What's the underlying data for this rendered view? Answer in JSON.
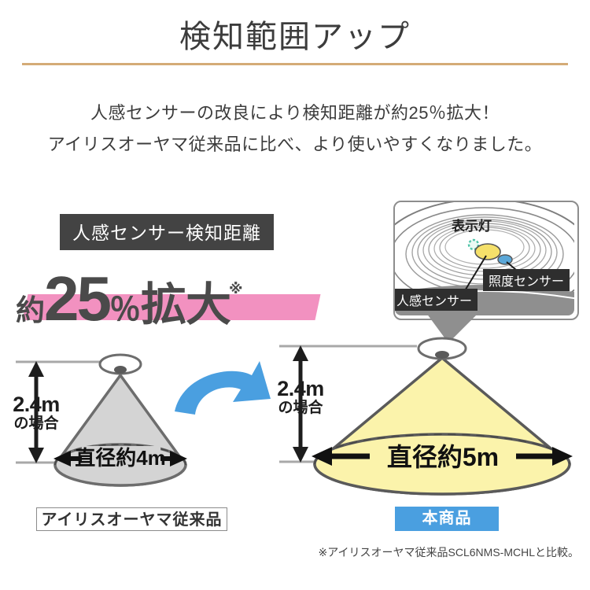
{
  "header": {
    "title": "検知範囲アップ",
    "lede_line1": "人感センサーの改良により検知距離が約25％拡大！",
    "lede_line2": "アイリスオーヤマ従来品に比べ、より使いやすくなりました。",
    "rule_color": "#d4ab77"
  },
  "badge": {
    "heading": "人感センサー検知距離",
    "heading_bg": "#434343",
    "approx": "約",
    "number": "25",
    "percent": "％",
    "expand": "拡大",
    "asterisk": "※",
    "band_color": "#f291c0"
  },
  "inset": {
    "label_indicator": "表示灯",
    "label_illuminance": "照度センサー",
    "label_motion": "人感センサー",
    "indicator_color": "#7fd9c4",
    "motion_sensor_color": "#f5e06a",
    "illuminance_sensor_color": "#5aa7d8",
    "label_bg": "#2e2e2e"
  },
  "cones": {
    "old": {
      "height_value": "2.4m",
      "height_note": "の場合",
      "diameter": "直径約4m",
      "caption": "アイリスオーヤマ従来品",
      "fill_color": "#d4d4d4",
      "stroke_color": "#6d6d6d"
    },
    "new": {
      "height_value": "2.4m",
      "height_note": "の場合",
      "diameter": "直径約5m",
      "caption": "本商品",
      "caption_bg": "#4a9fe0",
      "fill_color": "#fbf3ab",
      "stroke_color": "#5a5a5a"
    },
    "arrow_color": "#4a9fe0"
  },
  "footnote": "※アイリスオーヤマ従来品SCL6NMS-MCHLと比較。"
}
